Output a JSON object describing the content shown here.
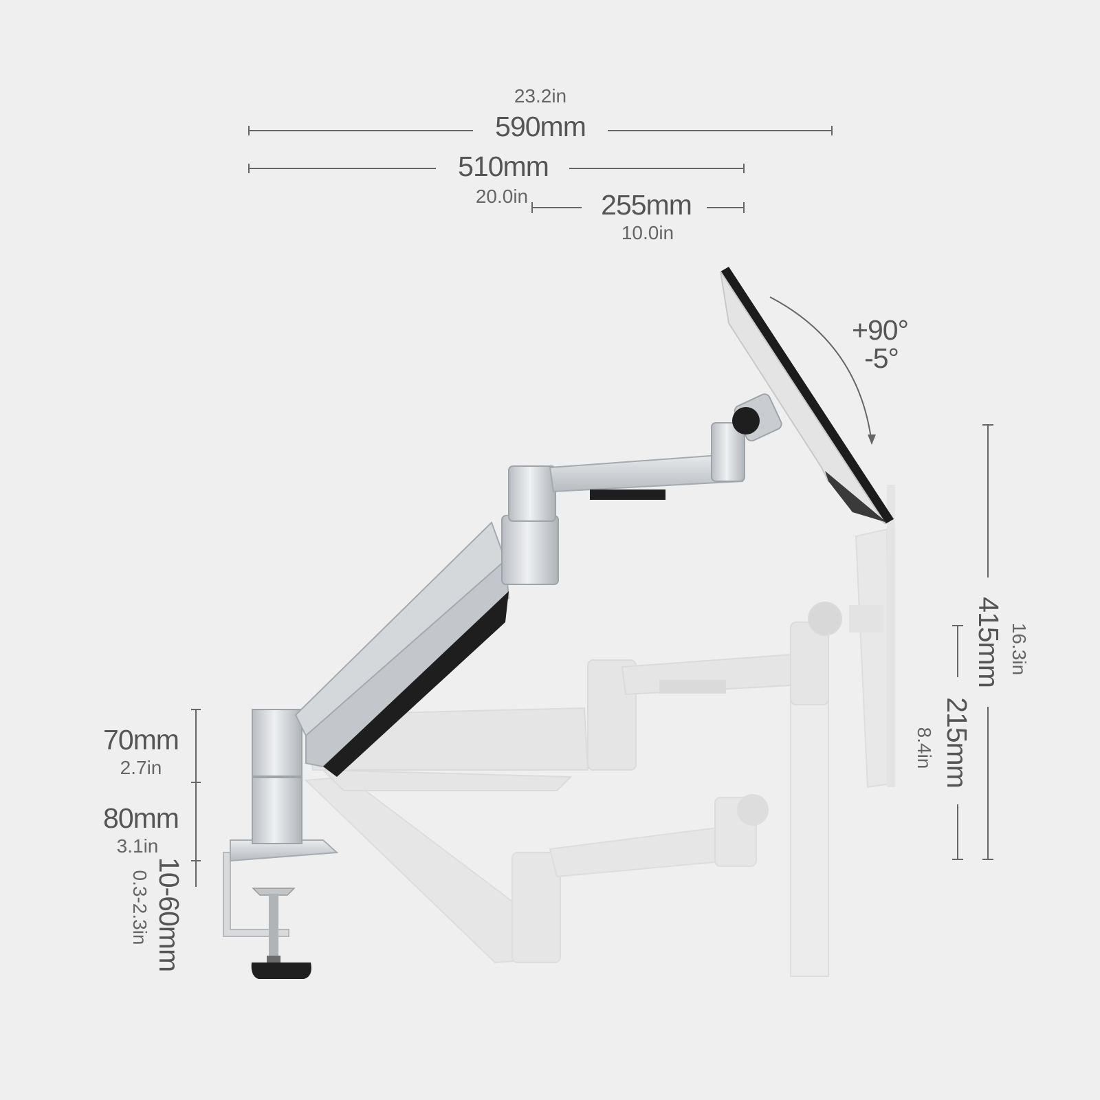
{
  "dimensions": {
    "total_length": {
      "metric": "590mm",
      "imperial": "23.2in"
    },
    "arm_length": {
      "metric": "510mm",
      "imperial": "20.0in"
    },
    "forearm_length": {
      "metric": "255mm",
      "imperial": "10.0in"
    },
    "tilt": {
      "up": "+90°",
      "down": "-5°"
    },
    "height_range": {
      "metric": "415mm",
      "imperial": "16.3in"
    },
    "lower_height_range": {
      "metric": "215mm",
      "imperial": "8.4in"
    },
    "pole_top": {
      "metric": "70mm",
      "imperial": "2.7in"
    },
    "pole_base": {
      "metric": "80mm",
      "imperial": "3.1in"
    },
    "clamp_range": {
      "metric": "10-60mm",
      "imperial": "0.3-2.3in"
    }
  },
  "colors": {
    "background": "#efefef",
    "aluminum": "#c9cdd1",
    "dark_part": "#1e1e1e",
    "ghost": "#e2e2e2"
  }
}
